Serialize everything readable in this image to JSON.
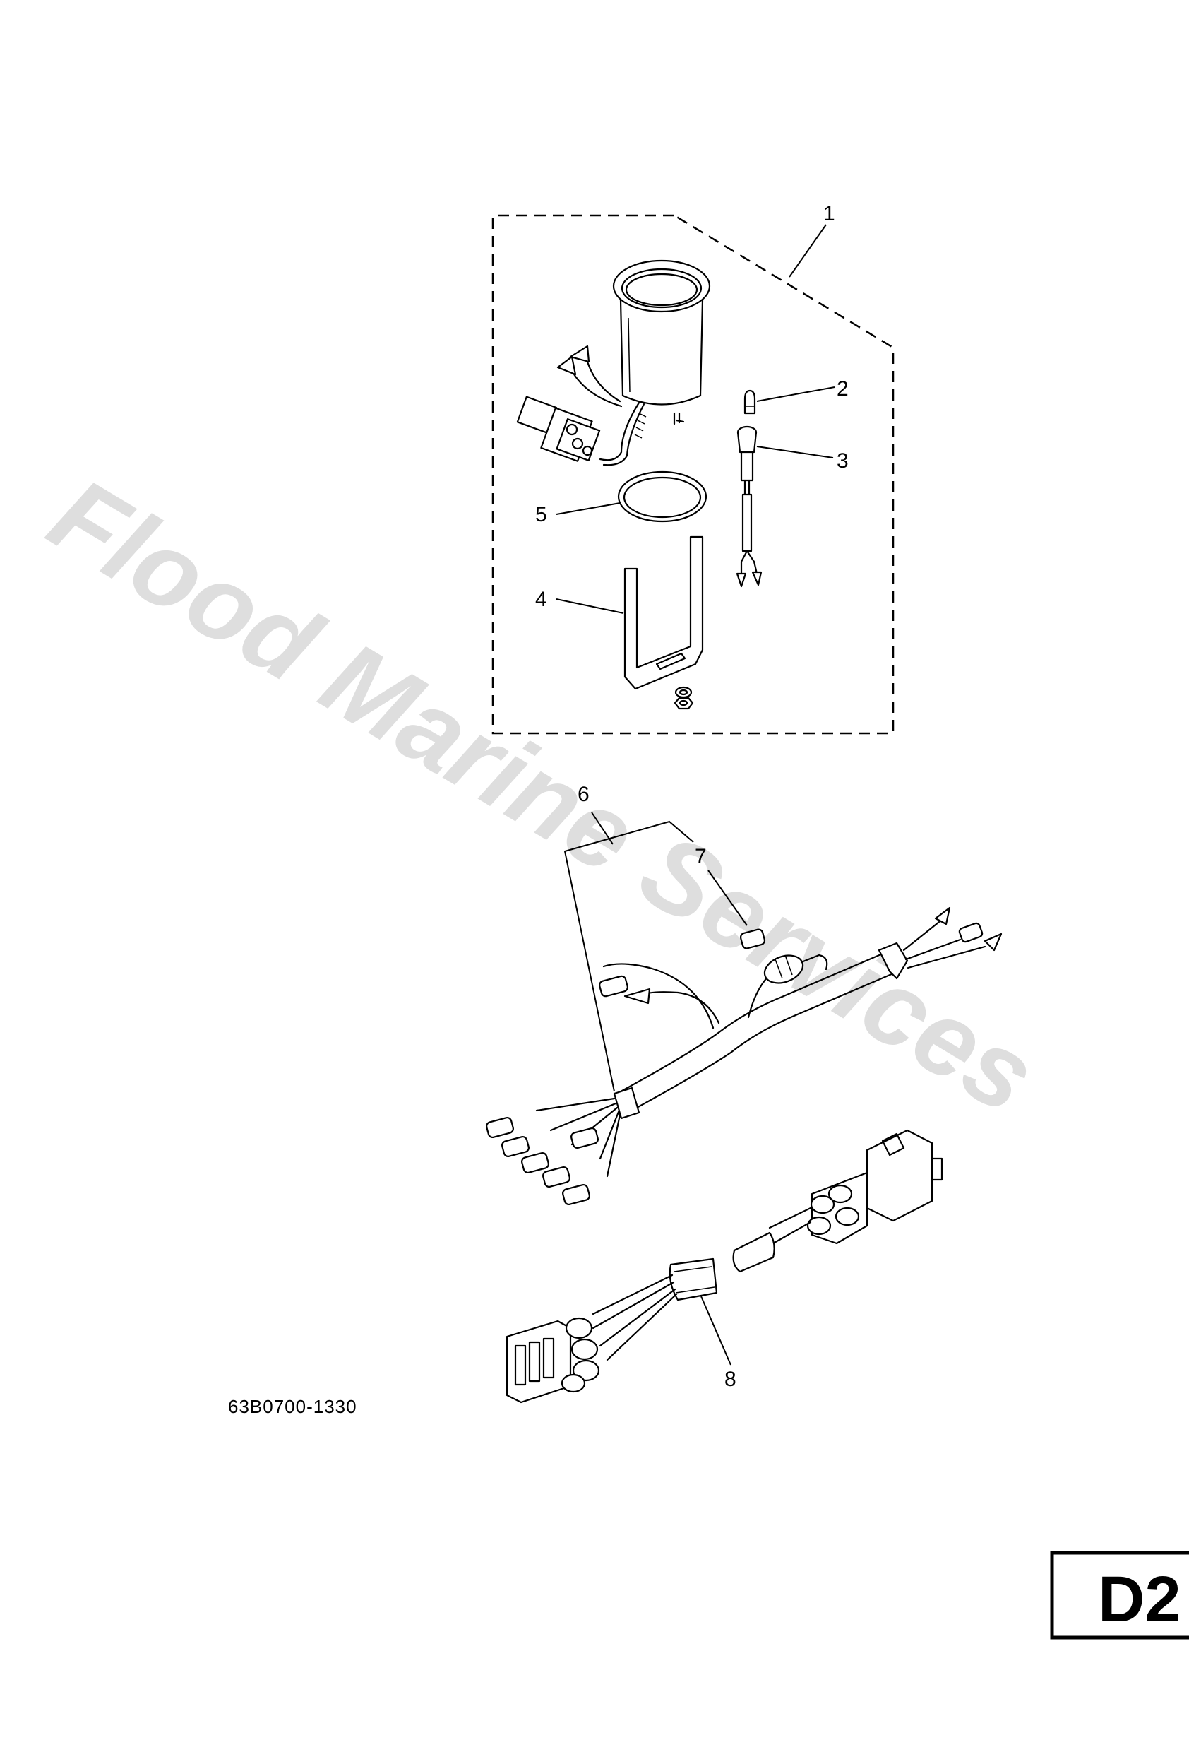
{
  "watermark": "Flood Marine Services",
  "figure_code": "63B0700-1330",
  "page_code": "D2",
  "callouts": {
    "c1": "1",
    "c2": "2",
    "c3": "3",
    "c4": "4",
    "c5": "5",
    "c6": "6",
    "c7": "7",
    "c8": "8"
  },
  "parts": [
    {
      "ref": "1",
      "name": "gauge-kit"
    },
    {
      "ref": "2",
      "name": "bulb"
    },
    {
      "ref": "3",
      "name": "socket"
    },
    {
      "ref": "4",
      "name": "bracket"
    },
    {
      "ref": "5",
      "name": "ring"
    },
    {
      "ref": "6",
      "name": "wiring-harness"
    },
    {
      "ref": "7",
      "name": "cap"
    },
    {
      "ref": "8",
      "name": "adapter-harness"
    }
  ]
}
